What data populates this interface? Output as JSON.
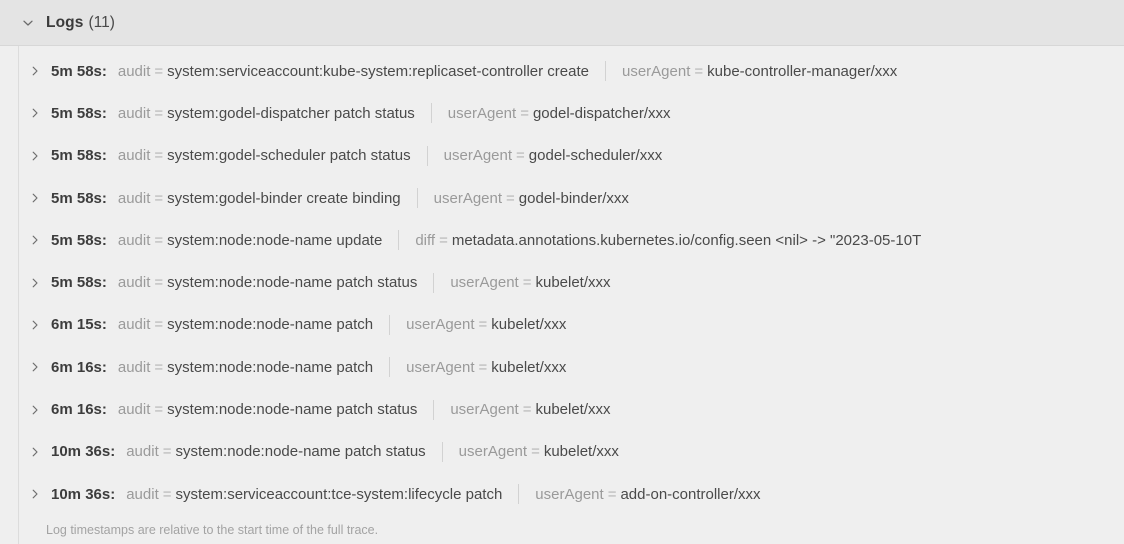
{
  "header": {
    "collapse_icon": "chevron-down-icon",
    "title": "Logs",
    "count": "(11)"
  },
  "footer": {
    "note": "Log timestamps are relative to the start time of the full trace."
  },
  "row_icon": "chevron-right-icon",
  "colors": {
    "panel_bg": "#efefef",
    "header_bg": "#e4e4e4",
    "border": "#dcdcdc",
    "key_text": "#9a9a9a",
    "value_text": "#4a4a4a",
    "time_text": "#3d3d3d",
    "footer_text": "#a3a3a3"
  },
  "logs": [
    {
      "time": "5m 58s:",
      "fields": [
        {
          "key": "audit",
          "value": "system:serviceaccount:kube-system:replicaset-controller create"
        },
        {
          "key": "userAgent",
          "value": "kube-controller-manager/xxx"
        }
      ]
    },
    {
      "time": "5m 58s:",
      "fields": [
        {
          "key": "audit",
          "value": "system:godel-dispatcher patch status"
        },
        {
          "key": "userAgent",
          "value": "godel-dispatcher/xxx"
        }
      ]
    },
    {
      "time": "5m 58s:",
      "fields": [
        {
          "key": "audit",
          "value": "system:godel-scheduler patch status"
        },
        {
          "key": "userAgent",
          "value": "godel-scheduler/xxx"
        }
      ]
    },
    {
      "time": "5m 58s:",
      "fields": [
        {
          "key": "audit",
          "value": "system:godel-binder create binding"
        },
        {
          "key": "userAgent",
          "value": "godel-binder/xxx"
        }
      ]
    },
    {
      "time": "5m 58s:",
      "fields": [
        {
          "key": "audit",
          "value": "system:node:node-name update"
        },
        {
          "key": "diff",
          "value": "metadata.annotations.kubernetes.io/config.seen <nil> -> \"2023-05-10T"
        }
      ]
    },
    {
      "time": "5m 58s:",
      "fields": [
        {
          "key": "audit",
          "value": "system:node:node-name patch status"
        },
        {
          "key": "userAgent",
          "value": "kubelet/xxx"
        }
      ]
    },
    {
      "time": "6m 15s:",
      "fields": [
        {
          "key": "audit",
          "value": "system:node:node-name patch"
        },
        {
          "key": "userAgent",
          "value": "kubelet/xxx"
        }
      ]
    },
    {
      "time": "6m 16s:",
      "fields": [
        {
          "key": "audit",
          "value": "system:node:node-name patch"
        },
        {
          "key": "userAgent",
          "value": "kubelet/xxx"
        }
      ]
    },
    {
      "time": "6m 16s:",
      "fields": [
        {
          "key": "audit",
          "value": "system:node:node-name patch status"
        },
        {
          "key": "userAgent",
          "value": "kubelet/xxx"
        }
      ]
    },
    {
      "time": "10m 36s:",
      "fields": [
        {
          "key": "audit",
          "value": "system:node:node-name patch status"
        },
        {
          "key": "userAgent",
          "value": "kubelet/xxx"
        }
      ]
    },
    {
      "time": "10m 36s:",
      "fields": [
        {
          "key": "audit",
          "value": "system:serviceaccount:tce-system:lifecycle patch"
        },
        {
          "key": "userAgent",
          "value": "add-on-controller/xxx"
        }
      ]
    }
  ]
}
